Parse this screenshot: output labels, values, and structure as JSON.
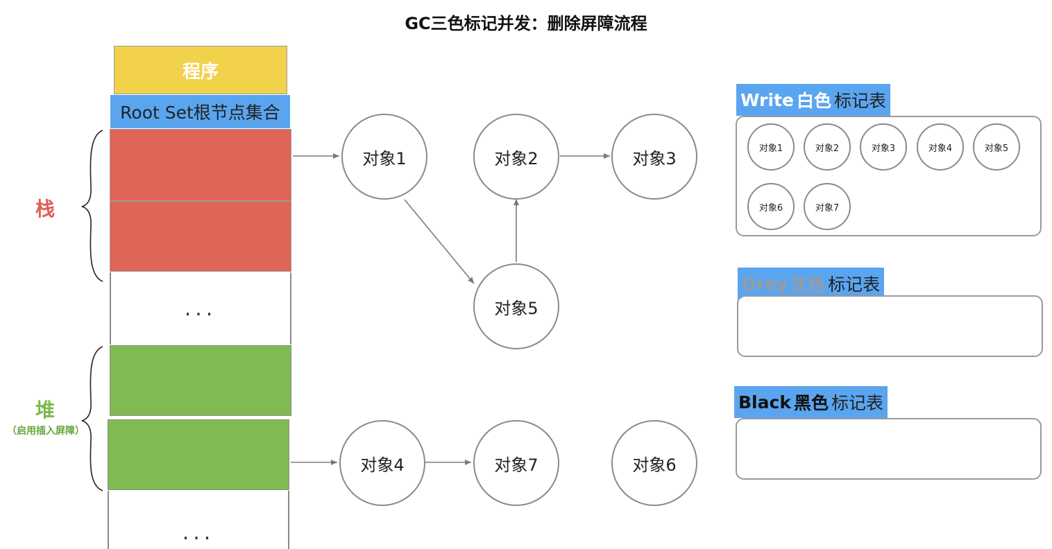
{
  "title": "GC三色标记并发：删除屏障流程",
  "memory": {
    "program": "程序",
    "root_set": "Root Set根节点集合",
    "stack_label": "栈",
    "heap_label": "堆",
    "heap_note": "（启用插入屏障）",
    "ellipsis_top": "...",
    "ellipsis_bottom": "..."
  },
  "graph_nodes": [
    {
      "id": "obj1",
      "label": "对象1"
    },
    {
      "id": "obj2",
      "label": "对象2"
    },
    {
      "id": "obj3",
      "label": "对象3"
    },
    {
      "id": "obj5",
      "label": "对象5"
    },
    {
      "id": "obj4",
      "label": "对象4"
    },
    {
      "id": "obj7",
      "label": "对象7"
    },
    {
      "id": "obj6",
      "label": "对象6"
    }
  ],
  "edges": [
    {
      "from": "stack-slot-1",
      "to": "obj1"
    },
    {
      "from": "obj2",
      "to": "obj3"
    },
    {
      "from": "obj1",
      "to": "obj5"
    },
    {
      "from": "obj5",
      "to": "obj2"
    },
    {
      "from": "heap-slot-2",
      "to": "obj4"
    },
    {
      "from": "obj4",
      "to": "obj7"
    }
  ],
  "tables": {
    "white": {
      "name": "Write",
      "color_word": "白色",
      "suffix": "标记表",
      "color": "#ffffff",
      "items": [
        "对象1",
        "对象2",
        "对象3",
        "对象4",
        "对象5",
        "对象6",
        "对象7"
      ]
    },
    "grey": {
      "name": "Grey",
      "color_word": "灰色",
      "suffix": "标记表",
      "color": "#9b9b9b",
      "items": []
    },
    "black": {
      "name": "Black",
      "color_word": "黑色",
      "suffix": "标记表",
      "color": "#111111",
      "items": []
    }
  },
  "colors": {
    "program": "#f2d14b",
    "root_set": "#5aa5f0",
    "stack": "#de6558",
    "heap": "#80bb52",
    "stack_label": "#de5e55",
    "heap_label": "#7cba4c"
  }
}
